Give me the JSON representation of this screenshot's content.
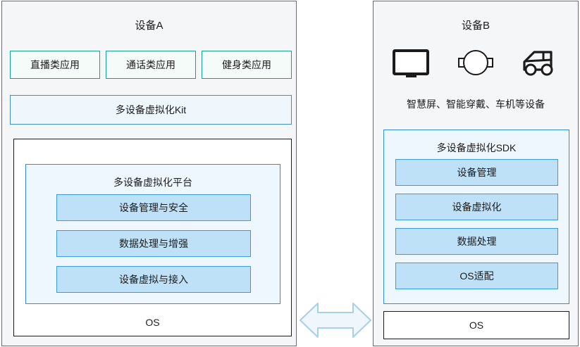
{
  "device_a": {
    "title": "设备A",
    "apps": [
      {
        "label": "直播类应用"
      },
      {
        "label": "通话类应用"
      },
      {
        "label": "健身类应用"
      }
    ],
    "kit": {
      "label": "多设备虚拟化Kit"
    },
    "platform": {
      "title": "多设备虚拟化平台",
      "modules": [
        {
          "label": "设备管理与安全"
        },
        {
          "label": "数据处理与增强"
        },
        {
          "label": "设备虚拟与接入"
        }
      ]
    },
    "os": {
      "label": "OS"
    }
  },
  "device_b": {
    "title": "设备B",
    "icons": [
      {
        "name": "smart-screen-icon"
      },
      {
        "name": "smart-wearable-icon"
      },
      {
        "name": "car-machine-icon"
      }
    ],
    "caption": "智慧屏、智能穿戴、车机等设备",
    "sdk": {
      "title": "多设备虚拟化SDK",
      "modules": [
        {
          "label": "设备管理"
        },
        {
          "label": "设备虚拟化"
        },
        {
          "label": "数据处理"
        },
        {
          "label": "OS适配"
        }
      ]
    },
    "os": {
      "label": "OS"
    }
  },
  "connector": {
    "name": "bidirectional-link-arrow"
  },
  "colors": {
    "panel_background": "#f5f6f7",
    "panel_border": "#6b6b6f",
    "app_border": "#17a08c",
    "app_fill": "#f4fbf8",
    "kit_border": "#3f8fc6",
    "kit_fill": "#eff7fd",
    "module_border": "#3a9bd9",
    "module_fill": "#bfe1f7",
    "outline_border": "#1b1b1b",
    "arrow_fill": "#eff7fd",
    "arrow_border": "#a8cfe8",
    "text": "#1b1b1b"
  }
}
